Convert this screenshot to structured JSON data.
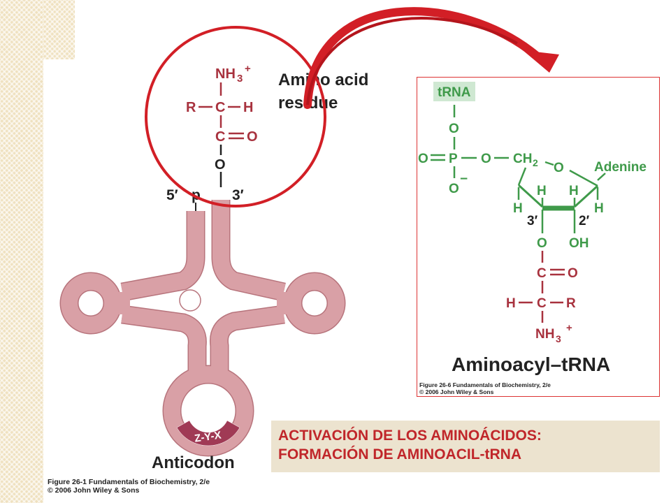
{
  "labels": {
    "amino_acid_residue_line1": "Amino acid",
    "amino_acid_residue_line2": "residue",
    "anticodon": "Anticodon",
    "anticodon_bases": "Z-Y-X",
    "five_prime": "5′",
    "phosphate": "p",
    "three_prime": "3′",
    "aminoacyl_trna": "Aminoacyl–tRNA",
    "adenine": "Adenine",
    "trna": "tRNA",
    "carbon3": "3′",
    "carbon2": "2′"
  },
  "residue_chem": {
    "nh3": "NH",
    "nh3_sub": "3",
    "nh3_charge": "+",
    "r": "R",
    "c": "C",
    "h": "H",
    "o": "O"
  },
  "side_chem": {
    "o": "O",
    "p": "P",
    "ch2": "CH",
    "ch2_sub": "2",
    "minus": "−",
    "h": "H",
    "oh": "OH",
    "c": "C",
    "r": "R",
    "nh3": "NH",
    "nh3_sub": "3",
    "plus": "+"
  },
  "captions": {
    "main_line1": "Figure 26-1  Fundamentals of Biochemistry, 2/e",
    "main_line2": "© 2006 John Wiley & Sons",
    "side_line1": "Figure 26-6  Fundamentals of Biochemistry, 2/e",
    "side_line2": "© 2006 John Wiley & Sons"
  },
  "title": {
    "line1": "ACTIVACIÓN DE LOS AMINOÁCIDOS:",
    "line2": "FORMACIÓN DE AMINOACIL-tRNA"
  },
  "colors": {
    "trna_body": "#d9a0a6",
    "trna_outline": "#b7747c",
    "anticodon_band": "#a03a55",
    "chem_red": "#a8323e",
    "chem_green": "#3f9a4a",
    "arrow_red": "#d21f26",
    "title_red": "#c0262a",
    "title_bg": "#ece3cf"
  }
}
